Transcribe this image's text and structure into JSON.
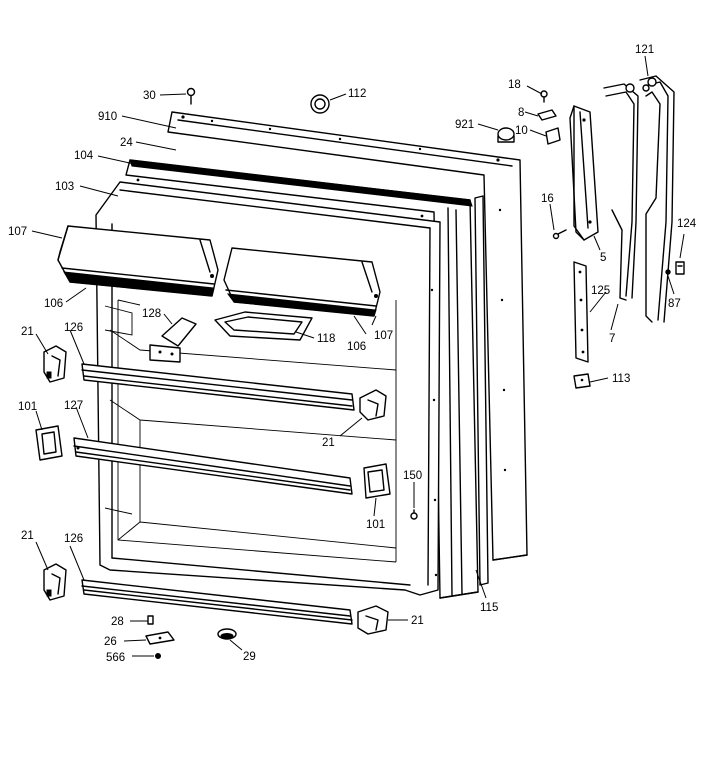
{
  "callouts": {
    "c30": "30",
    "c112": "112",
    "c910": "910",
    "c24": "24",
    "c104": "104",
    "c103": "103",
    "c107a": "107",
    "c106a": "106",
    "c107b": "107",
    "c106b": "106",
    "c118": "118",
    "c128": "128",
    "c21a": "21",
    "c126a": "126",
    "c101a": "101",
    "c127": "127",
    "c21b": "21",
    "c150": "150",
    "c101b": "101",
    "c21c": "21",
    "c126b": "126",
    "c21d": "21",
    "c28": "28",
    "c26": "26",
    "c566": "566",
    "c29": "29",
    "c115": "115",
    "c18": "18",
    "c8": "8",
    "c10": "10",
    "c921": "921",
    "c16": "16",
    "c5": "5",
    "c121": "121",
    "c124": "124",
    "c87": "87",
    "c125": "125",
    "c7": "7",
    "c113": "113"
  }
}
